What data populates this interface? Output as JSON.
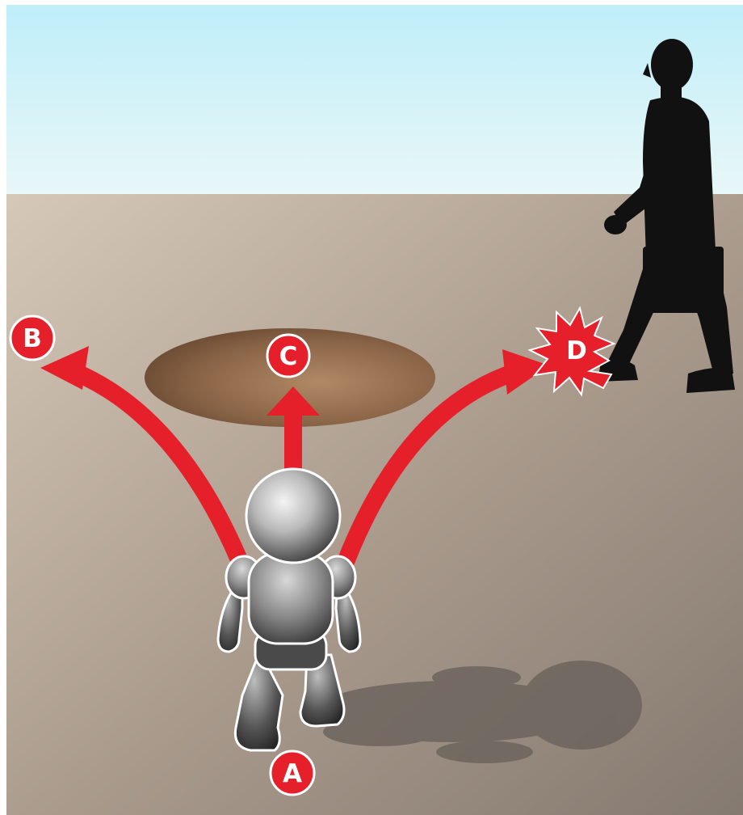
{
  "diagram": {
    "labels": {
      "a": "A",
      "b": "B",
      "c": "C",
      "d": "D"
    },
    "colors": {
      "sky_top": "#c2eef8",
      "sky_bottom": "#e6f6f8",
      "ground_light": "#d3c5b5",
      "ground_dark": "#8a7f75",
      "arrow_red": "#e6202b",
      "hole": "#8f6b4b",
      "silhouette": "#111111",
      "robot_dark": "#3a3a3a",
      "robot_light": "#d0d0d0"
    },
    "icons": {
      "walker": "businessman-silhouette",
      "robot": "robot-figure",
      "collision": "starburst-icon",
      "obstacle": "hole"
    }
  }
}
